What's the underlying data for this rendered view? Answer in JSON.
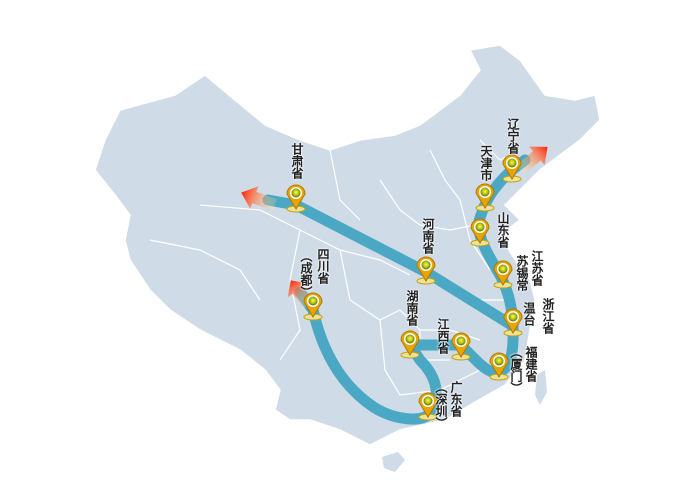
{
  "map": {
    "colors": {
      "land": "#cfdbe7",
      "border": "#ffffff",
      "route": "#4aa8c4",
      "pin": "#e8a500",
      "pin_core": "#c8d400",
      "arrow_start": "#ffe9a0",
      "arrow_end": "#ff2200"
    },
    "locations": [
      {
        "id": "gansu",
        "name": "甘肃省",
        "sub": ""
      },
      {
        "id": "liaoning",
        "name": "辽宁省",
        "sub": ""
      },
      {
        "id": "tianjin",
        "name": "天津市",
        "sub": ""
      },
      {
        "id": "shandong",
        "name": "山东省",
        "sub": ""
      },
      {
        "id": "henan",
        "name": "河南省",
        "sub": ""
      },
      {
        "id": "jiangsu",
        "name": "江苏省",
        "sub": "苏锡常"
      },
      {
        "id": "zhejiang",
        "name": "浙江省",
        "sub": "温台"
      },
      {
        "id": "sichuan",
        "name": "四川省",
        "sub": "（成都）"
      },
      {
        "id": "hunan",
        "name": "湖南省",
        "sub": ""
      },
      {
        "id": "jiangxi",
        "name": "江西省",
        "sub": ""
      },
      {
        "id": "fujian",
        "name": "福建省",
        "sub": "（厦门）"
      },
      {
        "id": "guangdong",
        "name": "广东省",
        "sub": "（深圳）"
      }
    ]
  }
}
